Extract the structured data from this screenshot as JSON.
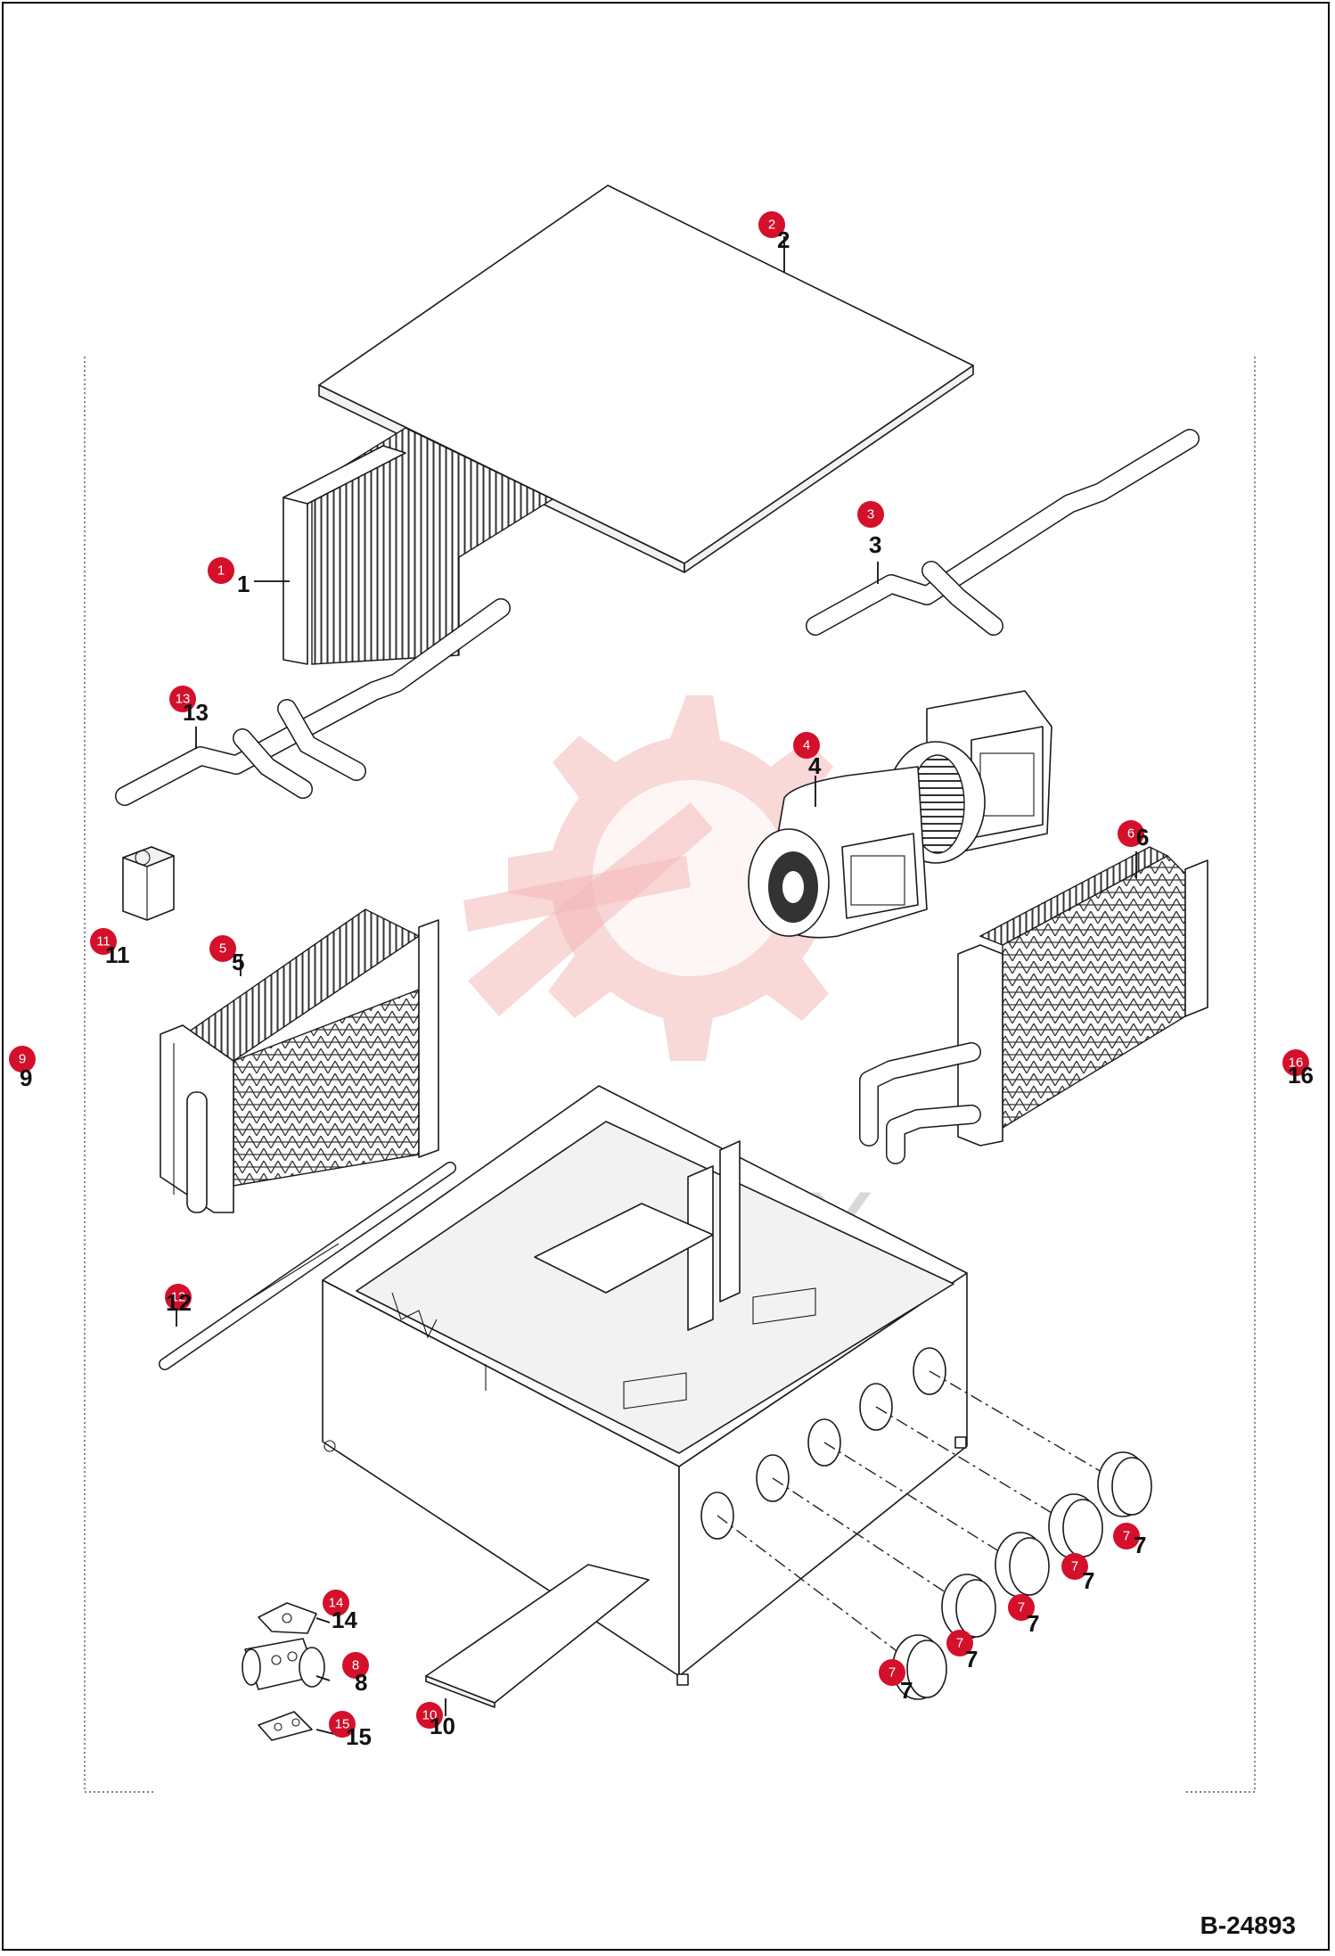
{
  "drawing_id": "B-24893",
  "watermark": {
    "text": "ИНТЕХ",
    "color": "#f4b8b8"
  },
  "badge_color": "#d4102a",
  "callouts": [
    {
      "id": "c1",
      "badge": "1",
      "label": "1"
    },
    {
      "id": "c2",
      "badge": "2",
      "label": "2"
    },
    {
      "id": "c3",
      "badge": "3",
      "label": "3"
    },
    {
      "id": "c4",
      "badge": "4",
      "label": "4"
    },
    {
      "id": "c5",
      "badge": "5",
      "label": "5"
    },
    {
      "id": "c6",
      "badge": "6",
      "label": "6"
    },
    {
      "id": "c7a",
      "badge": "7",
      "label": "7"
    },
    {
      "id": "c7b",
      "badge": "7",
      "label": "7"
    },
    {
      "id": "c7c",
      "badge": "7",
      "label": "7"
    },
    {
      "id": "c7d",
      "badge": "7",
      "label": "7"
    },
    {
      "id": "c7e",
      "badge": "7",
      "label": "7"
    },
    {
      "id": "c8",
      "badge": "8",
      "label": "8"
    },
    {
      "id": "c9",
      "badge": "9",
      "label": "9"
    },
    {
      "id": "c10",
      "badge": "10",
      "label": "10"
    },
    {
      "id": "c11",
      "badge": "11",
      "label": "11"
    },
    {
      "id": "c12",
      "badge": "12",
      "label": "12"
    },
    {
      "id": "c13",
      "badge": "13",
      "label": "13"
    },
    {
      "id": "c14",
      "badge": "14",
      "label": "14"
    },
    {
      "id": "c15",
      "badge": "15",
      "label": "15"
    },
    {
      "id": "c16",
      "badge": "16",
      "label": "16"
    }
  ]
}
